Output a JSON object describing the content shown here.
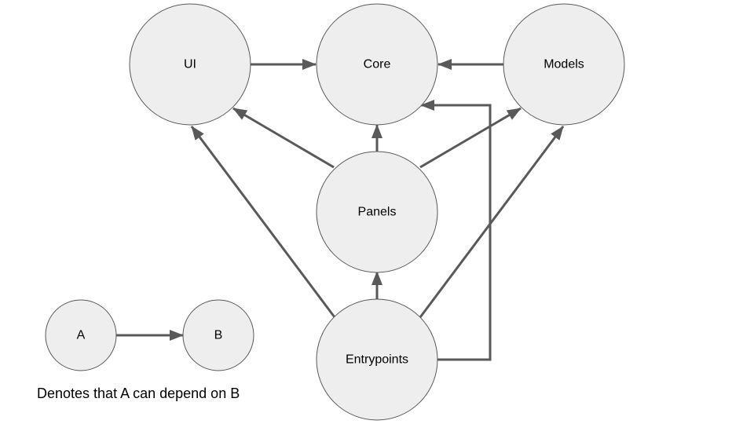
{
  "colors": {
    "node_fill": "#eeeeee",
    "node_stroke": "#595959",
    "edge": "#595959"
  },
  "nodes": {
    "ui": {
      "label": "UI"
    },
    "core": {
      "label": "Core"
    },
    "models": {
      "label": "Models"
    },
    "panels": {
      "label": "Panels"
    },
    "entrypoints": {
      "label": "Entrypoints"
    },
    "legend_a": {
      "label": "A"
    },
    "legend_b": {
      "label": "B"
    }
  },
  "edges": [
    {
      "from": "UI",
      "to": "Core"
    },
    {
      "from": "Models",
      "to": "Core"
    },
    {
      "from": "Panels",
      "to": "Core"
    },
    {
      "from": "Panels",
      "to": "UI"
    },
    {
      "from": "Panels",
      "to": "Models"
    },
    {
      "from": "Entrypoints",
      "to": "UI"
    },
    {
      "from": "Entrypoints",
      "to": "Panels"
    },
    {
      "from": "Entrypoints",
      "to": "Models"
    },
    {
      "from": "Entrypoints",
      "to": "Core"
    },
    {
      "from": "A",
      "to": "B"
    }
  ],
  "legend": {
    "caption": "Denotes that A can depend on B"
  }
}
